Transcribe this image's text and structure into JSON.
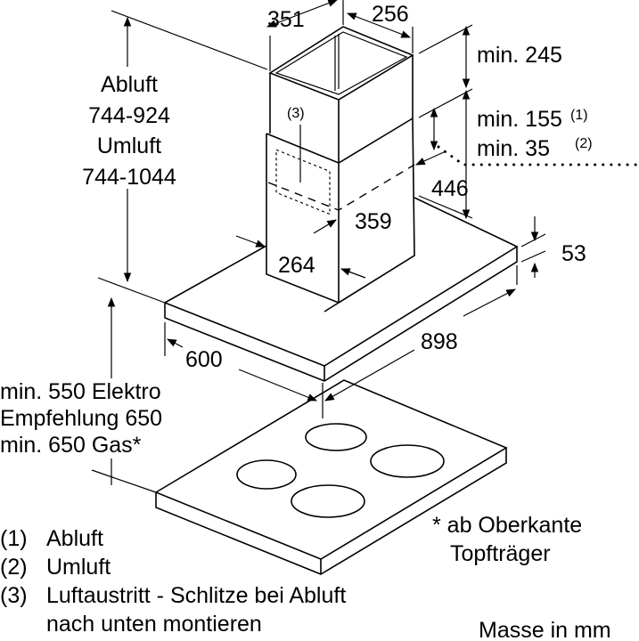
{
  "dimensions": {
    "chimney_depth": "351",
    "chimney_width": "256",
    "min_top": "min. 245",
    "height_label_exhaust": "Abluft",
    "height_range_exhaust": "744-924",
    "height_label_recirc": "Umluft",
    "height_range_recirc": "744-1044",
    "min_155": "min. 155",
    "min_155_ref": "(1)",
    "min_35": "min. 35",
    "min_35_ref": "(2)",
    "outlet_ref": "(3)",
    "d446": "446",
    "d359": "359",
    "d264": "264",
    "d53": "53",
    "d898": "898",
    "d600": "600",
    "clearance_1": "min. 550 Elektro",
    "clearance_2": "Empfehlung 650",
    "clearance_3": "min. 650 Gas*",
    "footnote_1": "* ab Oberkante",
    "footnote_2": "Topfträger"
  },
  "legend": [
    {
      "ref": "(1)",
      "text": "Abluft"
    },
    {
      "ref": "(2)",
      "text": "Umluft"
    },
    {
      "ref": "(3)",
      "text": "Luftaustritt - Schlitze bei Abluft",
      "text2": "nach unten montieren"
    }
  ],
  "units_note": "Masse in mm"
}
